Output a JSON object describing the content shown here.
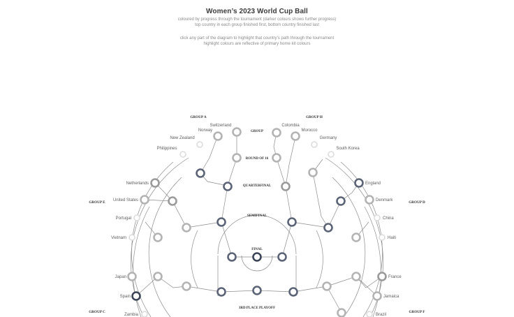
{
  "header": {
    "title": "Women’s 2023 World Cup Ball",
    "line1": "coloured by progress through the tournament (darker colours shows further progress)",
    "line2": "top country in each group finished first, bottom country finished last",
    "line3": "click any part of the diagram to highlight that country’s path through the tournament",
    "line4": "highlight colours are reflective of primary home kit colours"
  },
  "ring_labels": {
    "group": "GROUP",
    "round_of_16": "ROUND OF 16",
    "quarterfinal": "QUARTERFINAL",
    "semifinal": "SEMIFINAL",
    "final": "FINAL",
    "third_place": "3RD PLACE PLAYOFF"
  },
  "groups": {
    "a": "GROUP A",
    "h": "GROUP H",
    "e": "GROUP E",
    "d": "GROUP D",
    "c": "GROUP C",
    "f": "GROUP F"
  },
  "teams": {
    "switzerland": "Switzerland",
    "norway": "Norway",
    "new_zealand": "New Zealand",
    "philippines": "Philippines",
    "colombia": "Colombia",
    "morocco": "Morocco",
    "germany": "Germany",
    "south_korea": "South Korea",
    "netherlands": "Netherlands",
    "united_states": "United States",
    "portugal": "Portugal",
    "vietnam": "Vietnam",
    "england": "England",
    "denmark": "Denmark",
    "china": "China",
    "haiti": "Haiti",
    "japan": "Japan",
    "spain": "Spain",
    "zambia": "Zambia",
    "france": "France",
    "jamaica": "Jamaica",
    "brazil": "Brazil"
  },
  "colors": {
    "group_exit": "#dcdcdc",
    "round_of_16": "#b3b3b3",
    "quarterfinal": "#9a9a9a",
    "semifinal_plus": "#5b6476",
    "winner": "#3c4558",
    "line": "#8c8c8c"
  }
}
